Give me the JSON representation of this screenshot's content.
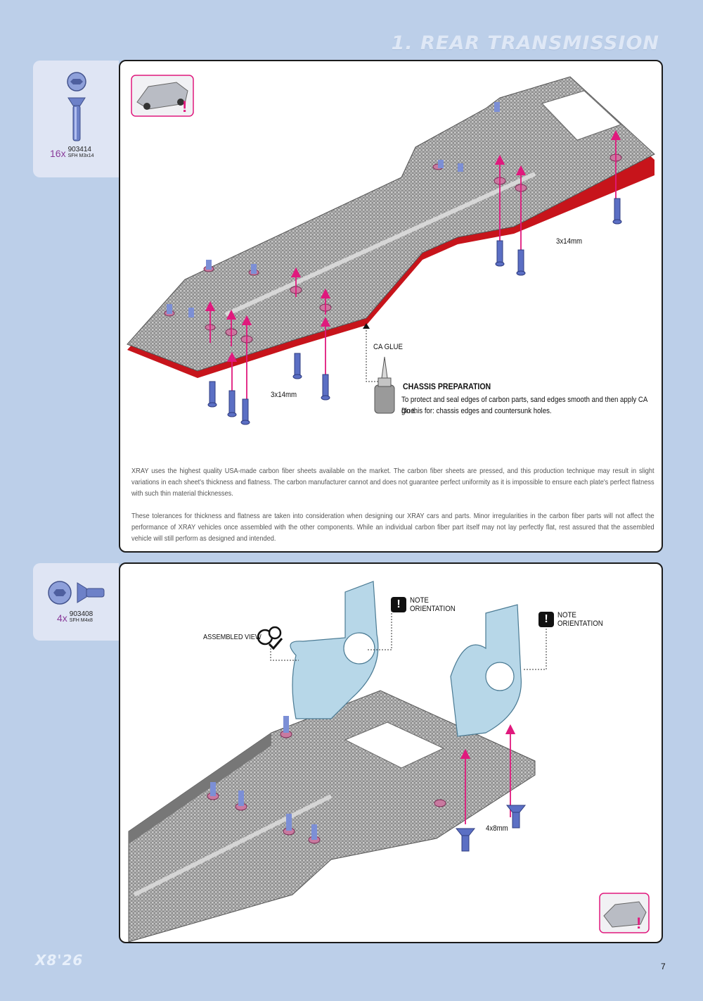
{
  "header": {
    "section_title": "1. REAR TRANSMISSION"
  },
  "parts": [
    {
      "qty": "16x",
      "code": "903414",
      "desc": "SFH M3x14"
    },
    {
      "qty": "4x",
      "code": "903408",
      "desc": "SFH M4x8"
    }
  ],
  "step1": {
    "screw_label_right": "3x14mm",
    "screw_label_left": "3x14mm",
    "glue_label": "CA GLUE",
    "prep_heading": "CHASSIS PREPARATION",
    "prep_line1": "To protect and seal edges of carbon parts, sand edges smooth and then apply CA glue.",
    "prep_line2": "Do this for: chassis edges and countersunk holes.",
    "paragraph1": "XRAY uses the highest quality USA-made carbon fiber sheets available on the market. The carbon fiber sheets are pressed, and this production technique may result in slight variations in each sheet's thickness and flatness. The carbon manufacturer cannot and does not guarantee perfect uniformity as it is impossible to ensure each plate's perfect flatness with such thin material thicknesses.",
    "paragraph2": "These tolerances for thickness and flatness are taken into consideration when designing our XRAY cars and parts.  Minor irregularities in the carbon fiber parts will not affect the performance of XRAY vehicles once assembled with the other components. While an individual carbon fiber part itself may not lay perfectly flat, rest assured that the assembled vehicle will still perform as designed and intended."
  },
  "step2": {
    "assembled_view": "ASSEMBLED VIEW",
    "note1_line1": "NOTE",
    "note1_line2": "ORIENTATION",
    "note2_line1": "NOTE",
    "note2_line2": "ORIENTATION",
    "screw_label": "4x8mm"
  },
  "footer": {
    "model": "X8'26",
    "page": "7"
  },
  "colors": {
    "background": "#bccfe9",
    "accent": "#e0197d",
    "chassis_edge": "#c7141b",
    "screw": "#5b6fc4"
  }
}
